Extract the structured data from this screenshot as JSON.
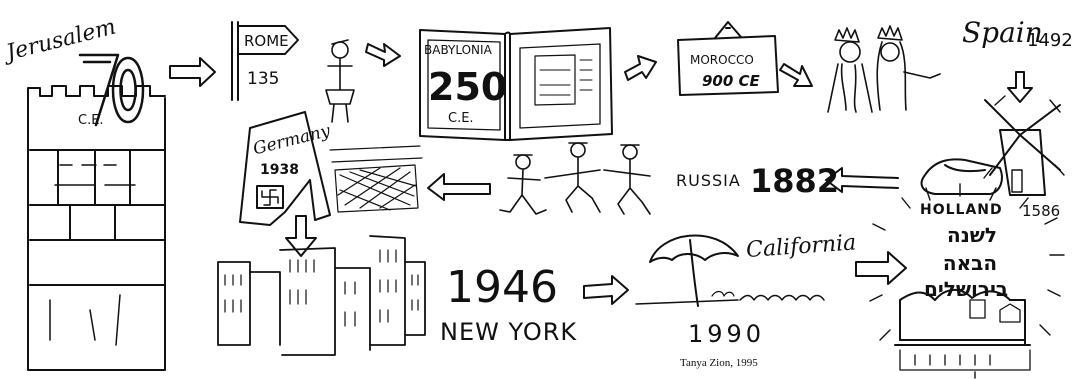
{
  "labels": {
    "jerusalem": "Jerusalem",
    "year_70": "70",
    "ce_1": "C.E.",
    "rome": "ROME",
    "year_135": "135",
    "babylonia": "BABYLONIA",
    "year_250": "250",
    "ce_2": "C.E.",
    "morocco": "MOROCCO",
    "morocco_year": "900 CE",
    "spain": "Spain",
    "year_1492": "1492",
    "germany": "Germany",
    "year_1938": "1938",
    "russia": "RUSSIA",
    "year_1882": "1882",
    "holland": "HOLLAND",
    "year_1586": "1586",
    "year_1946": "1946",
    "new_york": "NEW YORK",
    "california": "California",
    "year_1990": "1990",
    "credit": "Tanya Zion, 1995",
    "hebrew_line1": "לשנה",
    "hebrew_line2": "הבאה",
    "hebrew_line3": "בירושלים"
  }
}
